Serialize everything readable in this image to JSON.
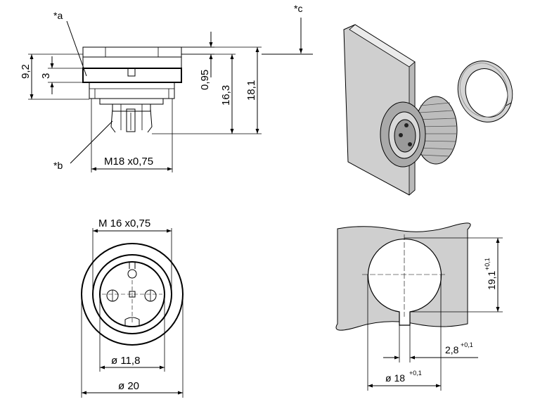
{
  "labels": {
    "note_a": "*a",
    "note_b": "*b",
    "note_c": "*c"
  },
  "side_view": {
    "dim_height_total": "9,2",
    "dim_flange": "3",
    "dim_gap": "0,95",
    "dim_body": "16,3",
    "dim_overall": "18,1",
    "dim_thread": "M18 x0,75"
  },
  "front_view": {
    "dim_thread": "M 16 x0,75",
    "dim_inner": "ø 11,8",
    "dim_outer": "ø 20"
  },
  "panel_cutout": {
    "dim_height": "19,1",
    "dim_height_tol": "+0,1",
    "dim_key": "2,8",
    "dim_key_tol": "+0,1",
    "dim_diameter": "ø 18",
    "dim_diameter_tol": "+0,1"
  }
}
